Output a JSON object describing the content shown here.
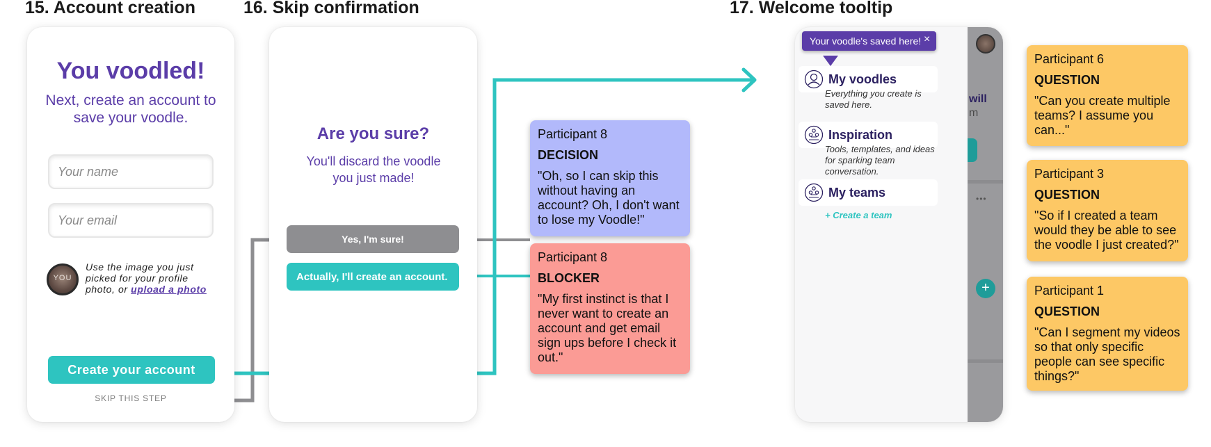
{
  "headings": {
    "account": "15. Account creation",
    "skip": "16. Skip confirmation",
    "welcome": "17. Welcome tooltip"
  },
  "account_screen": {
    "title": "You voodled!",
    "subtitle": "Next, create an account to save your voodle.",
    "name_placeholder": "Your name",
    "email_placeholder": "Your email",
    "avatar_text": "YOU",
    "photo_text": "Use the image you just picked for your profile photo, or",
    "upload_link": "upload a photo",
    "create_button": "Create your account",
    "skip_link": "SKIP THIS STEP"
  },
  "skip_screen": {
    "title": "Are you sure?",
    "message": "You'll discard the voodle you just made!",
    "yes_button": "Yes, I'm sure!",
    "create_button": "Actually, I'll create an account."
  },
  "welcome_screen": {
    "tooltip": "Your voodle's saved here!",
    "tooltip_close": "×",
    "nav": [
      {
        "label": "My voodles",
        "desc": "Everything you create is saved here."
      },
      {
        "label": "Inspiration",
        "desc": "Tools, templates, and ideas for sparking team conversation."
      },
      {
        "label": "My teams",
        "desc": ""
      }
    ],
    "create_team": "+ Create a team",
    "bg_text_1": "will",
    "bg_text_2": "m",
    "bg_dots": "•••",
    "fab": "+"
  },
  "notes": {
    "decision": {
      "participant": "Participant 8",
      "kind": "DECISION",
      "quote": "\"Oh, so I can skip this without having an account? Oh, I don't want to lose my Voodle!\"",
      "color": "#b2b9fb"
    },
    "blocker": {
      "participant": "Participant 8",
      "kind": "BLOCKER",
      "quote": "\"My first instinct is that I never want to create an account and get email sign ups before I check it out.\"",
      "color": "#fb9b95"
    },
    "questions": [
      {
        "participant": "Participant 6",
        "kind": "QUESTION",
        "quote": "\"Can you create multiple teams? I assume you can...\""
      },
      {
        "participant": "Participant 3",
        "kind": "QUESTION",
        "quote": "\"So if I created a team would they be able to see the voodle I just created?\""
      },
      {
        "participant": "Participant 1",
        "kind": "QUESTION",
        "quote": "\"Can I segment my videos so that only specific people can see specific things?\""
      }
    ],
    "question_color": "#fdc865"
  },
  "colors": {
    "purple": "#5b3da8",
    "teal": "#2ec4c0",
    "gray_button": "#8e8e91",
    "connector_gray": "#8e8e91"
  }
}
